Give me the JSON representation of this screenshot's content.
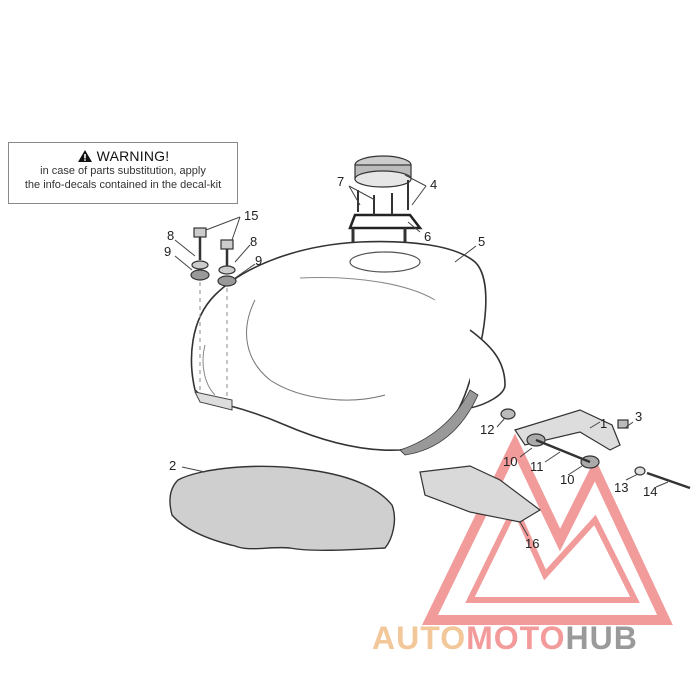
{
  "warning": {
    "title": "WARNING!",
    "lines": [
      "in case of parts substitution, apply",
      "the info-decals contained in the decal-kit"
    ],
    "icon": "warning-triangle-icon"
  },
  "callouts": {
    "c1": "1",
    "c2": "2",
    "c3": "3",
    "c4": "4",
    "c5": "5",
    "c6": "6",
    "c7": "7",
    "c8a": "8",
    "c8b": "8",
    "c9a": "9",
    "c9b": "9",
    "c10a": "10",
    "c10b": "10",
    "c11": "11",
    "c12": "12",
    "c13": "13",
    "c14": "14",
    "c15": "15",
    "c16": "16"
  },
  "watermark": {
    "part1": "AUTO",
    "part2": "MOTO",
    "part3": "HUB",
    "colors": {
      "auto": "#f2c79a",
      "moto": "#f39a9a",
      "hub": "#9a9a9a",
      "logo": "#e85a5a"
    }
  }
}
